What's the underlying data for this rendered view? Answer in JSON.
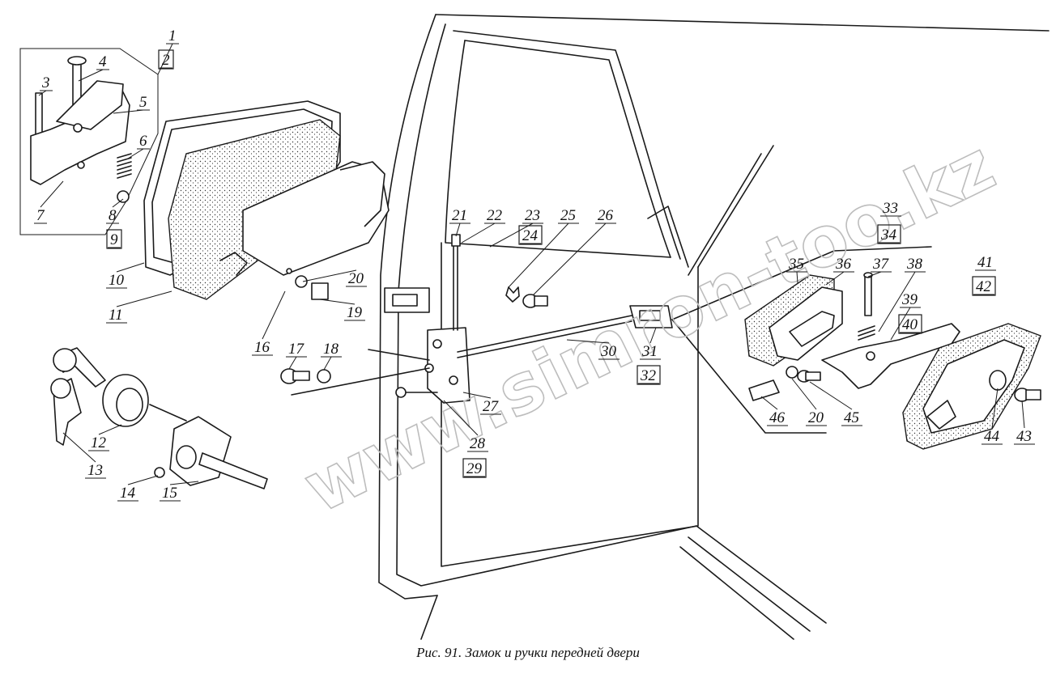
{
  "caption": "Рис. 91. Замок и ручки передней двери",
  "watermark": "www.simron-too.kz",
  "labels": [
    {
      "id": "1",
      "text": "1",
      "boxed": false
    },
    {
      "id": "2",
      "text": "2",
      "boxed": true
    },
    {
      "id": "3",
      "text": "3",
      "boxed": false
    },
    {
      "id": "4",
      "text": "4",
      "boxed": false
    },
    {
      "id": "5",
      "text": "5",
      "boxed": false
    },
    {
      "id": "6",
      "text": "6",
      "boxed": false
    },
    {
      "id": "7",
      "text": "7",
      "boxed": false
    },
    {
      "id": "8",
      "text": "8",
      "boxed": false
    },
    {
      "id": "9",
      "text": "9",
      "boxed": true
    },
    {
      "id": "10",
      "text": "10",
      "boxed": false
    },
    {
      "id": "11",
      "text": "11",
      "boxed": false
    },
    {
      "id": "12",
      "text": "12",
      "boxed": false
    },
    {
      "id": "13",
      "text": "13",
      "boxed": false
    },
    {
      "id": "14",
      "text": "14",
      "boxed": false
    },
    {
      "id": "15",
      "text": "15",
      "boxed": false
    },
    {
      "id": "16",
      "text": "16",
      "boxed": false
    },
    {
      "id": "17",
      "text": "17",
      "boxed": false
    },
    {
      "id": "18",
      "text": "18",
      "boxed": false
    },
    {
      "id": "19",
      "text": "19",
      "boxed": false
    },
    {
      "id": "20a",
      "text": "20",
      "boxed": false
    },
    {
      "id": "21",
      "text": "21",
      "boxed": false
    },
    {
      "id": "22",
      "text": "22",
      "boxed": false
    },
    {
      "id": "23",
      "text": "23",
      "boxed": false
    },
    {
      "id": "24",
      "text": "24",
      "boxed": true
    },
    {
      "id": "25",
      "text": "25",
      "boxed": false
    },
    {
      "id": "26",
      "text": "26",
      "boxed": false
    },
    {
      "id": "27",
      "text": "27",
      "boxed": false
    },
    {
      "id": "28",
      "text": "28",
      "boxed": false
    },
    {
      "id": "29",
      "text": "29",
      "boxed": true
    },
    {
      "id": "30",
      "text": "30",
      "boxed": false
    },
    {
      "id": "31",
      "text": "31",
      "boxed": false
    },
    {
      "id": "32",
      "text": "32",
      "boxed": true
    },
    {
      "id": "33",
      "text": "33",
      "boxed": false
    },
    {
      "id": "34",
      "text": "34",
      "boxed": true
    },
    {
      "id": "35",
      "text": "35",
      "boxed": false
    },
    {
      "id": "36",
      "text": "36",
      "boxed": false
    },
    {
      "id": "37",
      "text": "37",
      "boxed": false
    },
    {
      "id": "38",
      "text": "38",
      "boxed": false
    },
    {
      "id": "39",
      "text": "39",
      "boxed": false
    },
    {
      "id": "40",
      "text": "40",
      "boxed": true
    },
    {
      "id": "41",
      "text": "41",
      "boxed": false
    },
    {
      "id": "42",
      "text": "42",
      "boxed": true
    },
    {
      "id": "43",
      "text": "43",
      "boxed": false
    },
    {
      "id": "44",
      "text": "44",
      "boxed": false
    },
    {
      "id": "45",
      "text": "45",
      "boxed": false
    },
    {
      "id": "20b",
      "text": "20",
      "boxed": false
    },
    {
      "id": "46",
      "text": "46",
      "boxed": false
    }
  ]
}
